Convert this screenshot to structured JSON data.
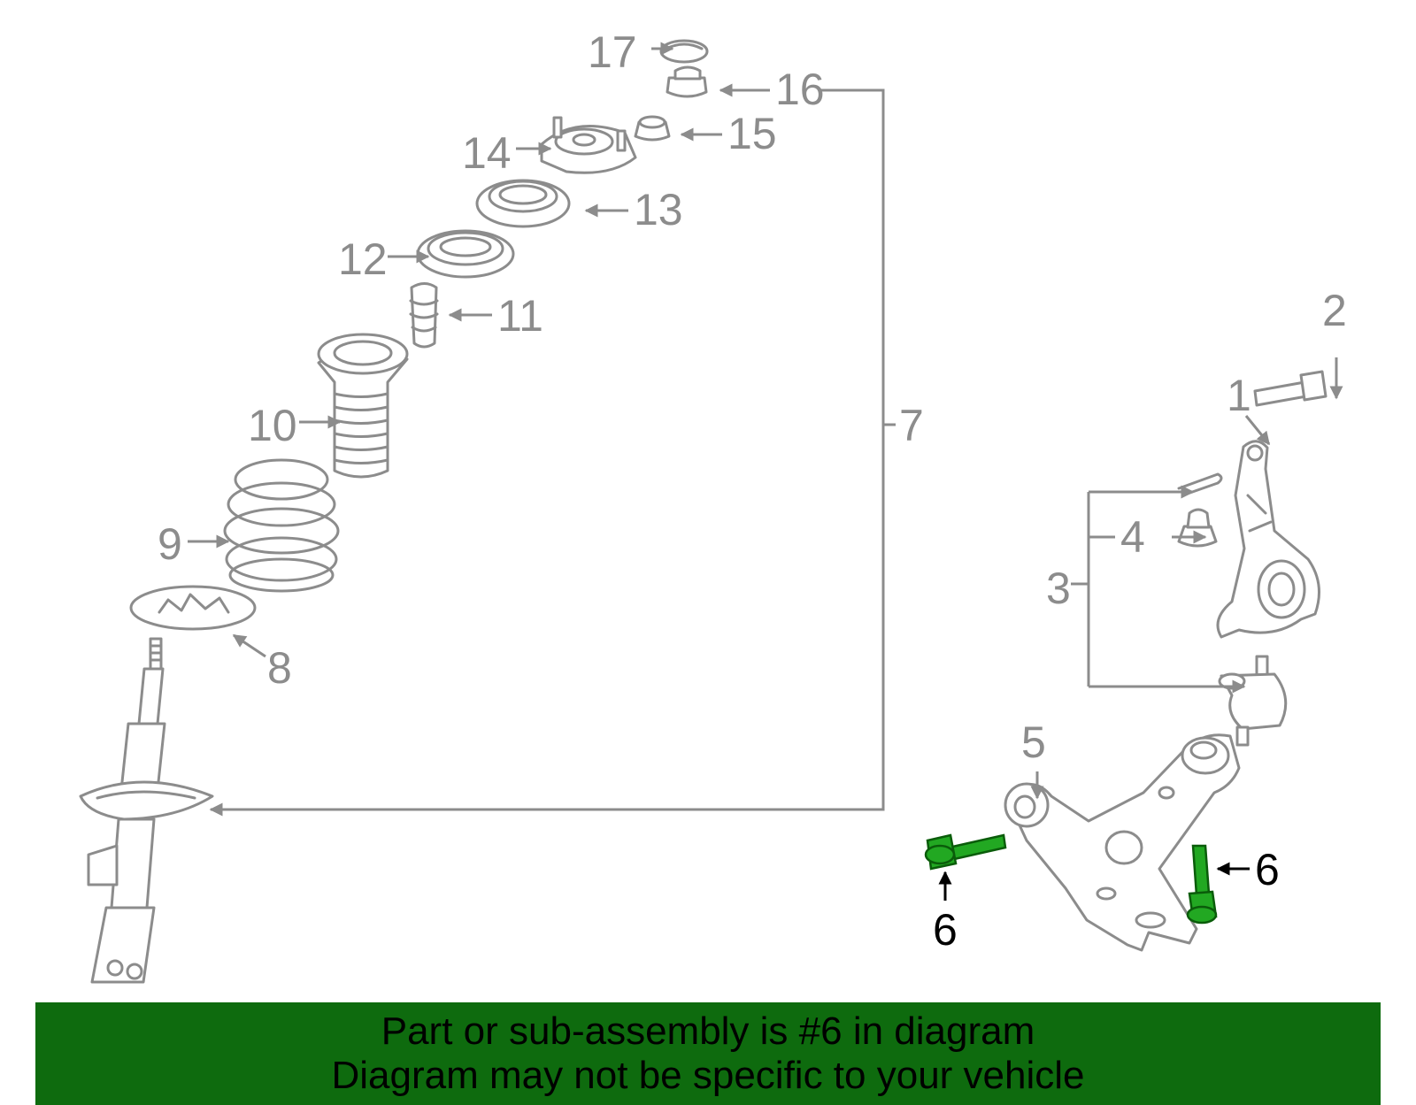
{
  "diagram": {
    "callouts": {
      "c1": "1",
      "c2": "2",
      "c3": "3",
      "c4": "4",
      "c5": "5",
      "c6a": "6",
      "c6b": "6",
      "c7": "7",
      "c8": "8",
      "c9": "9",
      "c10": "10",
      "c11": "11",
      "c12": "12",
      "c13": "13",
      "c14": "14",
      "c15": "15",
      "c16": "16",
      "c17": "17"
    },
    "colors": {
      "line_gray": "#8c8c8c",
      "highlight_part": "#22a822",
      "highlight_label": "#000000",
      "banner_bg": "#0e6b0e"
    },
    "highlighted_part": "6"
  },
  "banner": {
    "line1": "Part or sub-assembly is #6 in diagram",
    "line2": "Diagram may not be specific to your vehicle"
  }
}
